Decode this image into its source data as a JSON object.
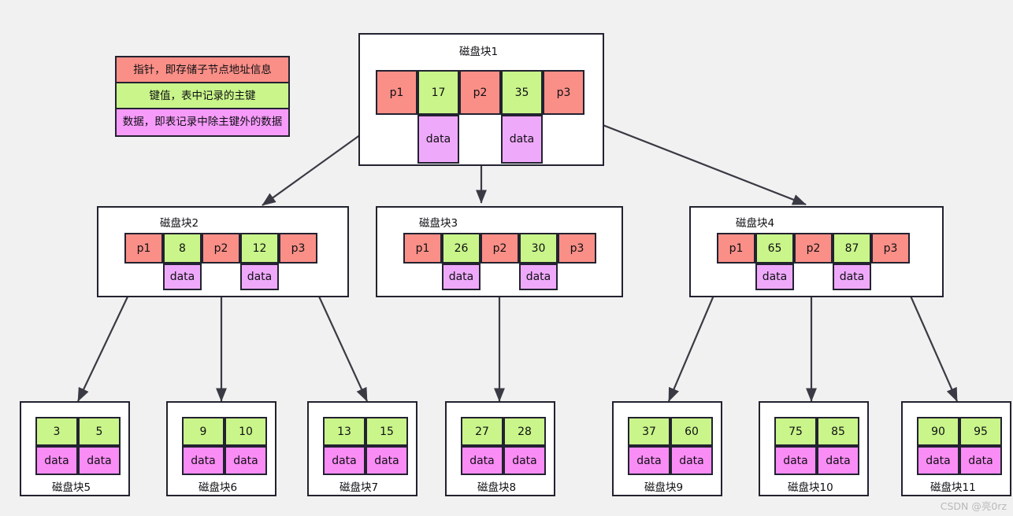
{
  "legend": {
    "rows": [
      {
        "kind": "pointer",
        "label": "指针，即存储子节点地址信息",
        "color": "#fa8f87"
      },
      {
        "kind": "key",
        "label": "键值，表中记录的主键",
        "color": "#c9f58a"
      },
      {
        "kind": "data",
        "label": "数据，即表记录中除主键外的数据",
        "color": "#f79bfa"
      }
    ]
  },
  "colors": {
    "pointer": "#fa8f87",
    "key": "#c9f58a",
    "data_internal": "#efa9fa",
    "data_leaf": "#fa8cf5",
    "stroke": "#222230",
    "background": "#f1f1f1",
    "node_fill": "#ffffff"
  },
  "tree": {
    "root": {
      "title": "磁盘块1",
      "pointers": [
        "p1",
        "p2",
        "p3"
      ],
      "keys": [
        "17",
        "35"
      ],
      "data_labels": [
        "data",
        "data"
      ]
    },
    "level2": [
      {
        "title": "磁盘块2",
        "pointers": [
          "p1",
          "p2",
          "p3"
        ],
        "keys": [
          "8",
          "12"
        ],
        "data_labels": [
          "data",
          "data"
        ]
      },
      {
        "title": "磁盘块3",
        "pointers": [
          "p1",
          "p2",
          "p3"
        ],
        "keys": [
          "26",
          "30"
        ],
        "data_labels": [
          "data",
          "data"
        ]
      },
      {
        "title": "磁盘块4",
        "pointers": [
          "p1",
          "p2",
          "p3"
        ],
        "keys": [
          "65",
          "87"
        ],
        "data_labels": [
          "data",
          "data"
        ]
      }
    ],
    "leaves": [
      {
        "title": "磁盘块5",
        "keys": [
          "3",
          "5"
        ],
        "data_labels": [
          "data",
          "data"
        ]
      },
      {
        "title": "磁盘块6",
        "keys": [
          "9",
          "10"
        ],
        "data_labels": [
          "data",
          "data"
        ]
      },
      {
        "title": "磁盘块7",
        "keys": [
          "13",
          "15"
        ],
        "data_labels": [
          "data",
          "data"
        ]
      },
      {
        "title": "磁盘块8",
        "keys": [
          "27",
          "28"
        ],
        "data_labels": [
          "data",
          "data"
        ]
      },
      {
        "title": "磁盘块9",
        "keys": [
          "37",
          "60"
        ],
        "data_labels": [
          "data",
          "data"
        ]
      },
      {
        "title": "磁盘块10",
        "keys": [
          "75",
          "85"
        ],
        "data_labels": [
          "data",
          "data"
        ]
      },
      {
        "title": "磁盘块11",
        "keys": [
          "90",
          "95"
        ],
        "data_labels": [
          "data",
          "data"
        ]
      }
    ]
  },
  "watermark": "CSDN @亮0rz"
}
